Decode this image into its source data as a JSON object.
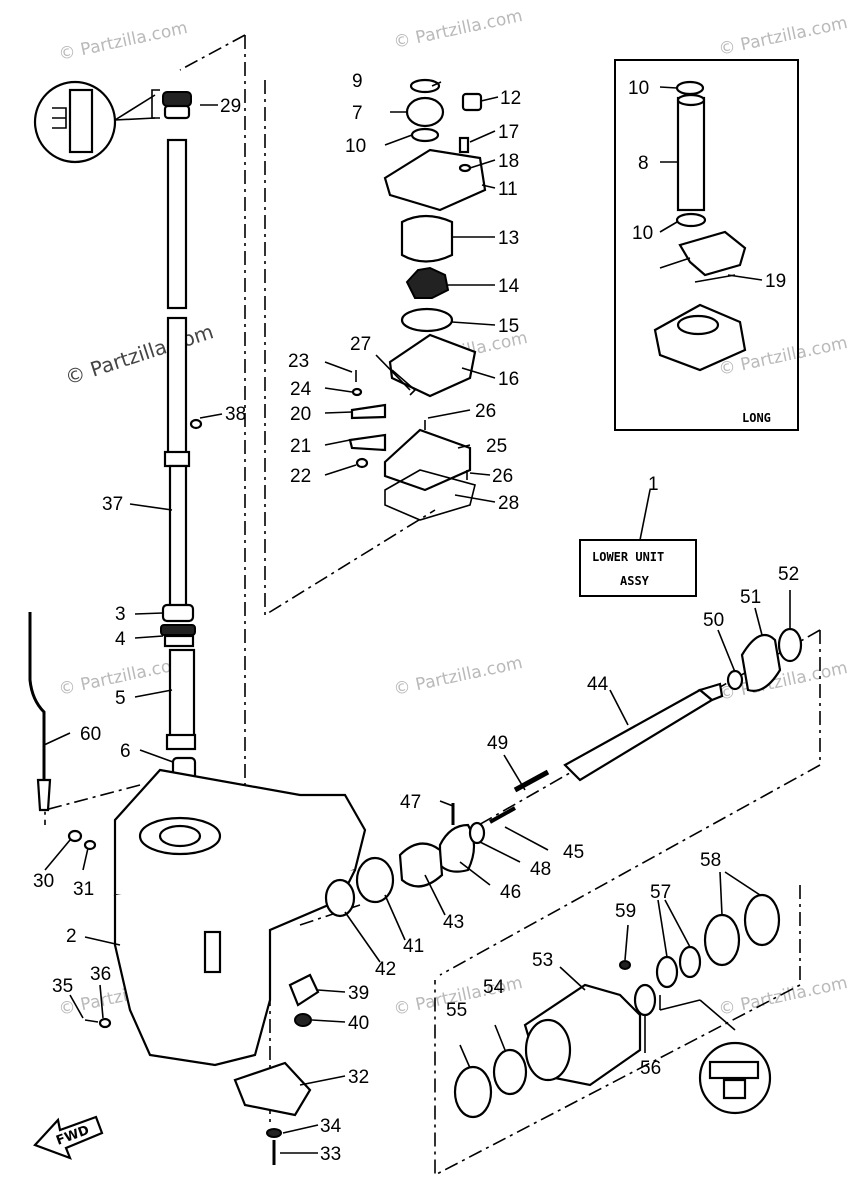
{
  "watermark": "© Partzilla.com",
  "assembly_box": {
    "line1": "LOWER UNIT",
    "line2": "ASSY",
    "ref": "1"
  },
  "long_box": {
    "label": "LONG"
  },
  "fwd_label": "FWD",
  "callouts": {
    "c1": "1",
    "c2": "2",
    "c3": "3",
    "c4": "4",
    "c5": "5",
    "c6": "6",
    "c7": "7",
    "c8": "8",
    "c9": "9",
    "c10a": "10",
    "c10b": "10",
    "c10c": "10",
    "c11": "11",
    "c12": "12",
    "c13": "13",
    "c14": "14",
    "c15": "15",
    "c16": "16",
    "c17": "17",
    "c18": "18",
    "c19": "19",
    "c20": "20",
    "c21": "21",
    "c22": "22",
    "c23": "23",
    "c24": "24",
    "c25": "25",
    "c26a": "26",
    "c26b": "26",
    "c27": "27",
    "c28": "28",
    "c29": "29",
    "c30": "30",
    "c31": "31",
    "c32": "32",
    "c33": "33",
    "c34": "34",
    "c35": "35",
    "c36": "36",
    "c37": "37",
    "c38": "38",
    "c39": "39",
    "c40": "40",
    "c41": "41",
    "c42": "42",
    "c43": "43",
    "c44": "44",
    "c45": "45",
    "c46": "46",
    "c47": "47",
    "c48": "48",
    "c49": "49",
    "c50": "50",
    "c51": "51",
    "c52": "52",
    "c53": "53",
    "c54": "54",
    "c55": "55",
    "c56": "56",
    "c57": "57",
    "c58": "58",
    "c59": "59",
    "c60": "60"
  }
}
